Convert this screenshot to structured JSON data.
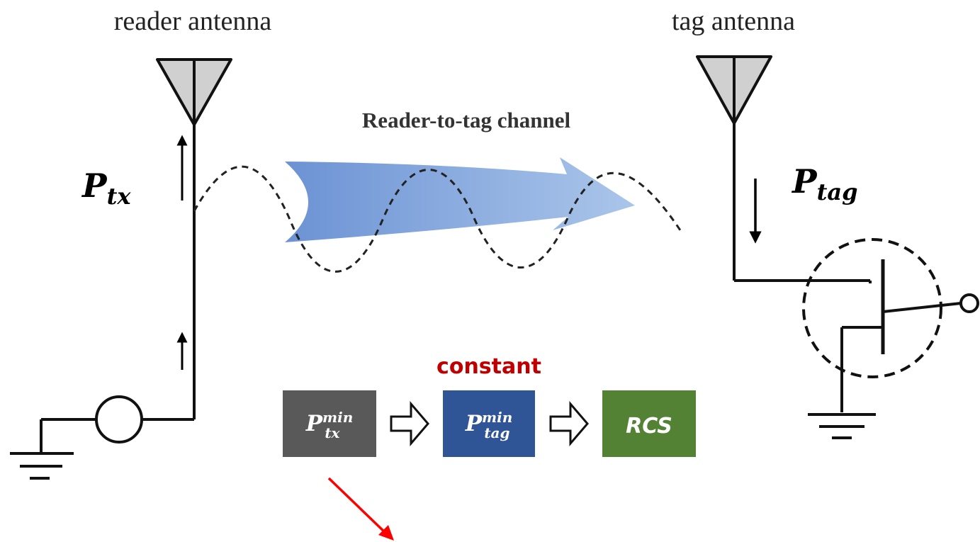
{
  "labels": {
    "reader_antenna": "reader antenna",
    "tag_antenna": "tag antenna",
    "channel": "Reader-to-tag channel",
    "constant": "constant"
  },
  "symbols": {
    "p_tx": {
      "base": "P",
      "sub": "tx"
    },
    "p_tag": {
      "base": "P",
      "sub": "tag"
    }
  },
  "flow_boxes": [
    {
      "base": "P",
      "sup": "min",
      "sub": "tx",
      "color": "#595959"
    },
    {
      "base": "P",
      "sup": "min",
      "sub": "tag",
      "color": "#2f5597"
    },
    {
      "text": "RCS",
      "color": "#548235"
    }
  ],
  "colors": {
    "constant_text": "#c00000",
    "pointer_arrow": "#ff0000",
    "channel_arrow": "#7fa3d9",
    "antenna_fill": "#d0d0d0"
  },
  "icons": [
    "antenna-icon",
    "ground-icon",
    "signal-source-icon",
    "transistor-icon",
    "hollow-arrow-icon"
  ]
}
